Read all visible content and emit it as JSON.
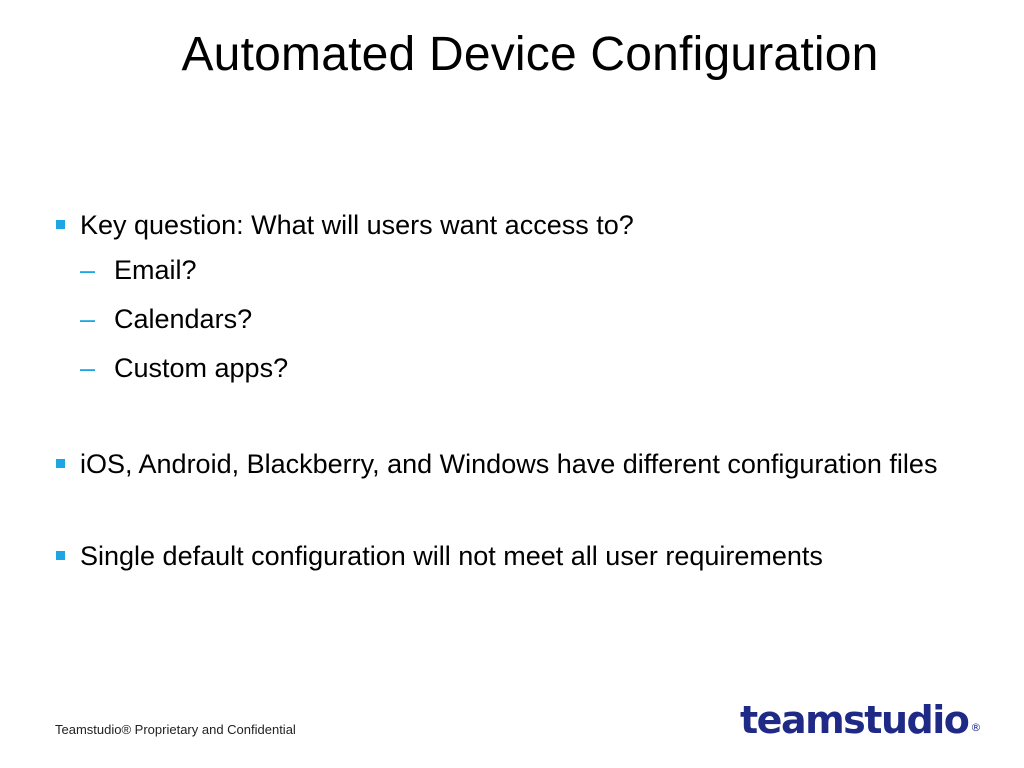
{
  "slide": {
    "title": "Automated Device Configuration",
    "bullets": [
      {
        "text": "Key question: What will users want access to?",
        "subitems": [
          "Email?",
          "Calendars?",
          "Custom apps?"
        ]
      },
      {
        "text": "iOS, Android, Blackberry, and Windows have different configuration files"
      },
      {
        "text": "Single default configuration will not meet all user requirements"
      }
    ],
    "footer": "Teamstudio® Proprietary and Confidential",
    "logo_text": "teamstudio",
    "logo_mark": "®"
  },
  "colors": {
    "accent": "#1ea5e4",
    "logo": "#1f2a86",
    "text": "#000000",
    "background": "#ffffff"
  },
  "icons": {
    "bullet_marker": "square-bullet-icon",
    "sub_marker": "dash-icon"
  }
}
